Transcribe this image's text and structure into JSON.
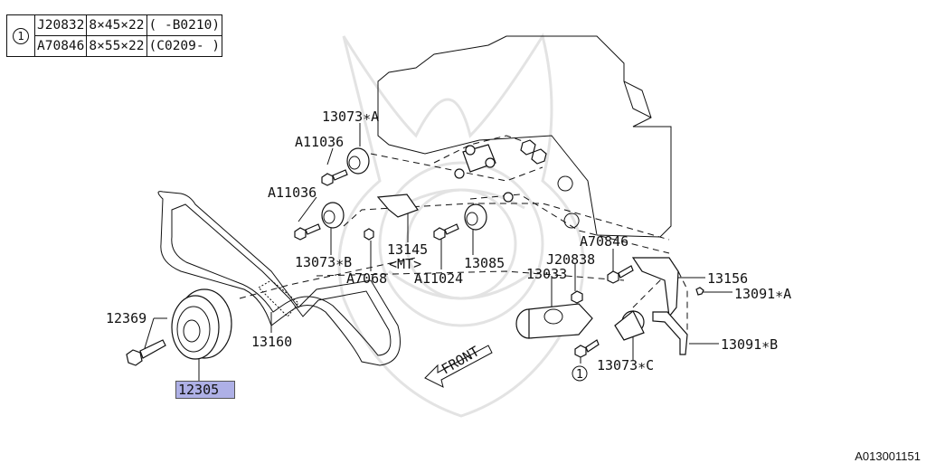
{
  "legend": {
    "ref": "1",
    "rows": [
      {
        "part": "J20832",
        "size": "8×45×22",
        "range": "( -B0210)"
      },
      {
        "part": "A70846",
        "size": "8×55×22",
        "range": "(C0209- )"
      }
    ]
  },
  "labels": {
    "p13073a": "13073∗A",
    "a11036_top": "A11036",
    "a11036_mid": "A11036",
    "p13073b": "13073∗B",
    "p13145": "13145",
    "mt": "<MT>",
    "a7068": "A7068",
    "a11024": "A11024",
    "p13085": "13085",
    "a70846": "A70846",
    "j20838": "J20838",
    "p13033": "13033",
    "p13156": "13156",
    "p13091a": "13091∗A",
    "p13091b": "13091∗B",
    "p13073c": "13073∗C",
    "callout1": "1",
    "p12369": "12369",
    "p13160": "13160",
    "p12305": "12305",
    "front": "FRONT"
  },
  "doc_id": "A013001151"
}
